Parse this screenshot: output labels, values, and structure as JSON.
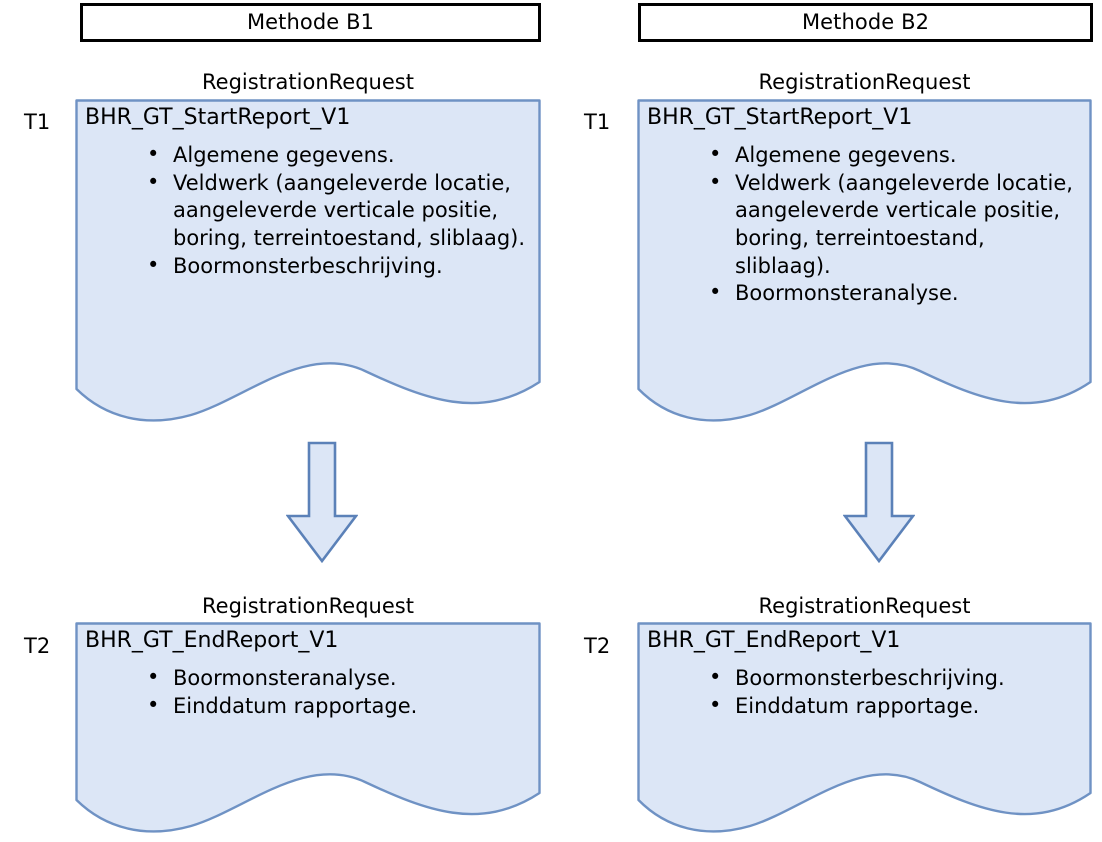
{
  "diagram": {
    "title_implicit": "Methode B1 / Methode B2 registratieverzoeken",
    "colors": {
      "shape_fill": "#dce6f6",
      "shape_stroke": "#6f92c4",
      "header_border": "#000000",
      "text": "#000000",
      "background": "#ffffff"
    },
    "columns": [
      {
        "id": "b1",
        "header": "Methode B1",
        "steps": [
          {
            "stage": "T1",
            "caption": "RegistrationRequest",
            "title": "BHR_GT_StartReport_V1",
            "items": [
              "Algemene gegevens.",
              "Veldwerk (aangeleverde locatie, aangeleverde verticale positie, boring, terreintoestand, sliblaag).",
              "Boormonsterbeschrijving."
            ]
          },
          {
            "stage": "T2",
            "caption": "RegistrationRequest",
            "title": "BHR_GT_EndReport_V1",
            "items": [
              "Boormonsteranalyse.",
              "Einddatum rapportage."
            ]
          }
        ],
        "arrow": "down-arrow"
      },
      {
        "id": "b2",
        "header": "Methode B2",
        "steps": [
          {
            "stage": "T1",
            "caption": "RegistrationRequest",
            "title": "BHR_GT_StartReport_V1",
            "items": [
              "Algemene gegevens.",
              "Veldwerk (aangeleverde locatie, aangeleverde verticale positie, boring, terreintoestand, sliblaag).",
              "Boormonsteranalyse."
            ]
          },
          {
            "stage": "T2",
            "caption": "RegistrationRequest",
            "title": "BHR_GT_EndReport_V1",
            "items": [
              "Boormonsterbeschrijving.",
              "Einddatum rapportage."
            ]
          }
        ],
        "arrow": "down-arrow"
      }
    ]
  }
}
